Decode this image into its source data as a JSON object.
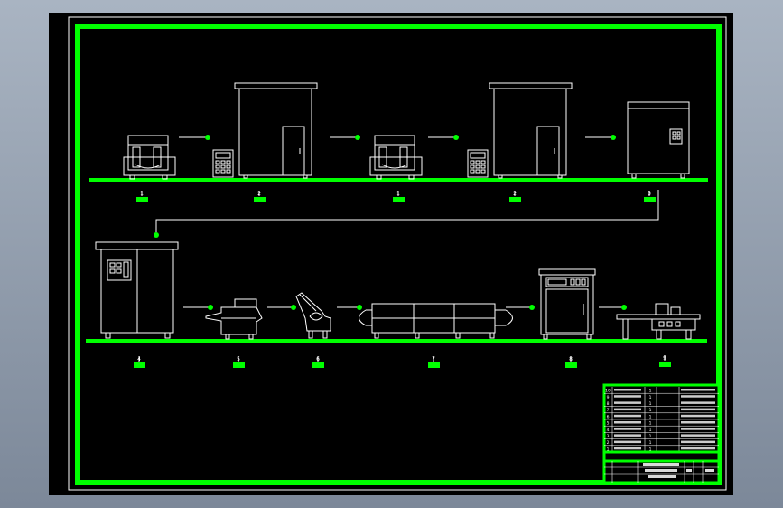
{
  "colors": {
    "desktop_top": "#a9b4c2",
    "desktop_bottom": "#7c8899",
    "canvas": "#000000",
    "frame_green": "#00ff00",
    "line_white": "#ffffff"
  },
  "stations": {
    "row1": [
      "1",
      "2",
      "1",
      "2",
      "3"
    ],
    "row2": [
      "4",
      "5",
      "6",
      "7",
      "8",
      "9"
    ]
  },
  "title_block": {
    "rows": [
      [
        "10",
        "",
        "1",
        "",
        ""
      ],
      [
        "9",
        "",
        "1",
        "",
        ""
      ],
      [
        "8",
        "",
        "1",
        "",
        ""
      ],
      [
        "7",
        "",
        "1",
        "",
        ""
      ],
      [
        "6",
        "",
        "1",
        "",
        ""
      ],
      [
        "5",
        "",
        "1",
        "",
        ""
      ],
      [
        "4",
        "",
        "1",
        "",
        ""
      ],
      [
        "3",
        "",
        "1",
        "",
        ""
      ],
      [
        "2",
        "",
        "1",
        "",
        ""
      ],
      [
        "1",
        "",
        "1",
        "",
        ""
      ]
    ]
  }
}
